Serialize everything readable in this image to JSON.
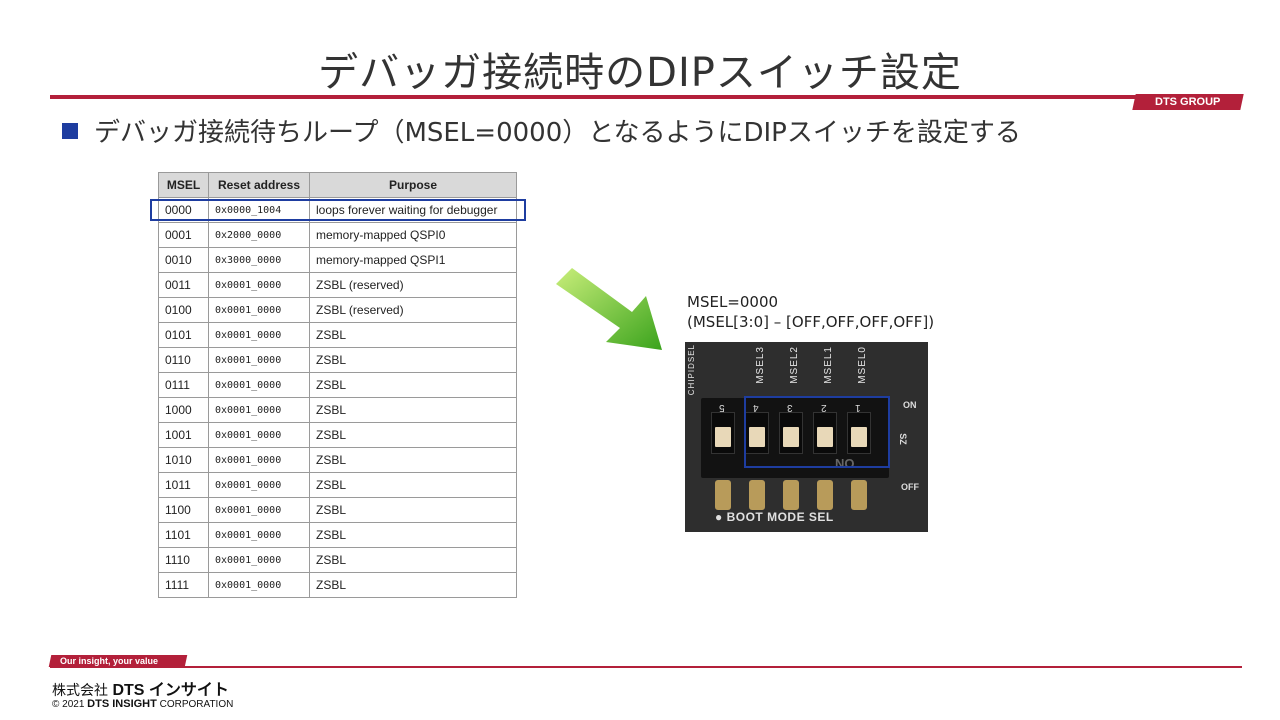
{
  "slide": {
    "title": "デバッガ接続時のDIPスイッチ設定",
    "group_tag": "DTS GROUP",
    "bullet": "デバッガ接続待ちループ（MSEL=0000）となるようにDIPスイッチを設定する"
  },
  "table": {
    "headers": [
      "MSEL",
      "Reset address",
      "Purpose"
    ],
    "rows": [
      [
        "0000",
        "0x0000_1004",
        "loops forever waiting for debugger"
      ],
      [
        "0001",
        "0x2000_0000",
        "memory-mapped QSPI0"
      ],
      [
        "0010",
        "0x3000_0000",
        "memory-mapped QSPI1"
      ],
      [
        "0011",
        "0x0001_0000",
        "ZSBL (reserved)"
      ],
      [
        "0100",
        "0x0001_0000",
        "ZSBL (reserved)"
      ],
      [
        "0101",
        "0x0001_0000",
        "ZSBL"
      ],
      [
        "0110",
        "0x0001_0000",
        "ZSBL"
      ],
      [
        "0111",
        "0x0001_0000",
        "ZSBL"
      ],
      [
        "1000",
        "0x0001_0000",
        "ZSBL"
      ],
      [
        "1001",
        "0x0001_0000",
        "ZSBL"
      ],
      [
        "1010",
        "0x0001_0000",
        "ZSBL"
      ],
      [
        "1011",
        "0x0001_0000",
        "ZSBL"
      ],
      [
        "1100",
        "0x0001_0000",
        "ZSBL"
      ],
      [
        "1101",
        "0x0001_0000",
        "ZSBL"
      ],
      [
        "1110",
        "0x0001_0000",
        "ZSBL"
      ],
      [
        "1111",
        "0x0001_0000",
        "ZSBL"
      ]
    ]
  },
  "dip": {
    "msel_value": "MSEL=0000",
    "msel_bits": "(MSEL[3:0] – [OFF,OFF,OFF,OFF])",
    "switch_labels": [
      "CHIPIDSEL",
      "MSEL3",
      "MSEL2",
      "MSEL1",
      "MSEL0"
    ],
    "positions": [
      "5",
      "4",
      "3",
      "2",
      "1"
    ],
    "on": "ON",
    "off": "OFF",
    "sz": "SZ",
    "no": "NO",
    "boot": "● BOOT MODE SEL"
  },
  "footer": {
    "tagline": "Our insight, your value",
    "company_prefix": "株式会社 ",
    "company_name": "DTS インサイト",
    "copyright_prefix": "© 2021 ",
    "copyright_brand": "DTS INSIGHT",
    "copyright_suffix": " CORPORATION"
  },
  "colors": {
    "accent_red": "#b3203a",
    "highlight_blue": "#1e3da0",
    "arrow_green": "#5cbf2a"
  }
}
